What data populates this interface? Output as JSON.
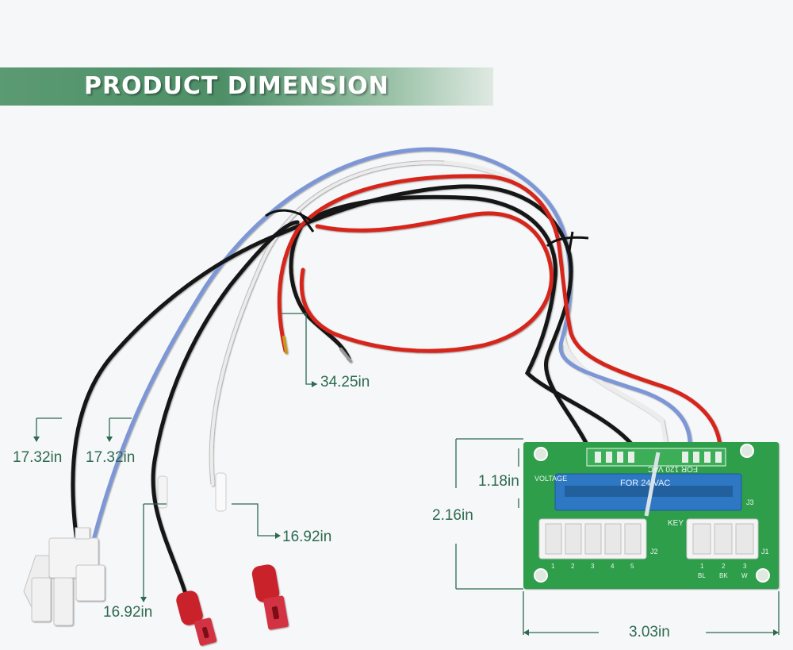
{
  "banner": {
    "title": "PRODUCT DIMENSION"
  },
  "dimensions": {
    "black_wire_length": "17.32in",
    "blue_wire_length": "17.32in",
    "black_terminal_wire_length": "16.92in",
    "white_terminal_wire_length": "16.92in",
    "loose_wires_length": "34.25in",
    "board_offset_1": "1.18in",
    "board_offset_2": "2.16in",
    "board_width": "3.03in"
  },
  "board": {
    "top_label": "FOR 120 VAC",
    "mid_label": "FOR 24 VAC",
    "voltage_label": "VOLTAGE",
    "key_label": "KEY",
    "j1": "J1",
    "j2": "J2",
    "j3": "J3",
    "j2_pins": [
      "1",
      "2",
      "3",
      "4",
      "5"
    ],
    "j1_pins": [
      "1",
      "2",
      "3"
    ],
    "j1_pin_labels": [
      "BL",
      "BK",
      "W"
    ]
  },
  "colors": {
    "dimension_text": "#2d6a4f",
    "banner": "#5b9a73",
    "pcb": "#2f9e4c",
    "terminal_block": "#2f77c2",
    "wire_red": "#d6271f",
    "wire_blue": "#7d97d6",
    "wire_black": "#151515",
    "wire_white": "#f2f2f2"
  }
}
